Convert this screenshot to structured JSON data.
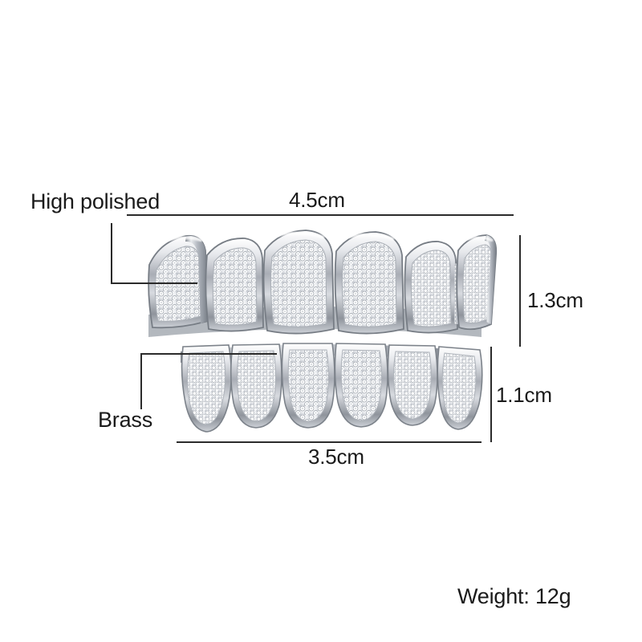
{
  "background_color": "#ffffff",
  "ink_color": "#1a1a1a",
  "rule_color": "#2b2b2b",
  "callouts": {
    "finish_label": "High polished",
    "material_label": "Brass"
  },
  "dimensions": {
    "top_width": "4.5cm",
    "top_height": "1.3cm",
    "bottom_width": "3.5cm",
    "bottom_height": "1.1cm"
  },
  "specs": {
    "weight_label": "Weight: 12g"
  },
  "product": {
    "name": "iced-out-grillz",
    "metal_color": "#c9ccd2",
    "stone_color": "#f4f5f7",
    "top_row_teeth": 6,
    "bottom_row_teeth": 6
  }
}
